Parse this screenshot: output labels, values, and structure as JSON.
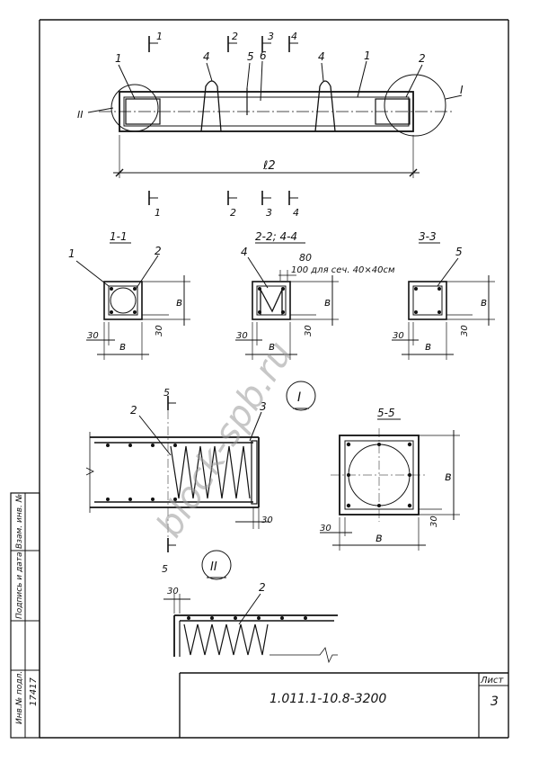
{
  "drawing": {
    "number": "1.011.1-10.8-3200",
    "sheet_label": "Лист",
    "sheet_number": "3",
    "inventory_number": "17417",
    "watermark": "block-spb.ru"
  },
  "side_stamp": {
    "col1": "Инв.№ подл.",
    "col2": "Подпись и дата",
    "col3": "Взам. инв. №"
  },
  "views": {
    "elevation": {
      "span_label": "ℓ2",
      "positions": [
        "1",
        "2",
        "4",
        "5",
        "6",
        "4",
        "1",
        "2"
      ],
      "detail_left": "II",
      "detail_right": "I",
      "section_marks": [
        "1",
        "2",
        "3",
        "4"
      ]
    },
    "section_1_1": {
      "title": "1-1",
      "pos_a": "1",
      "pos_b": "2",
      "dim_b": "в",
      "dim_30": "30"
    },
    "section_2_2": {
      "title": "2-2; 4-4",
      "pos": "4",
      "note_80": "80",
      "note_100": "100 для сеч. 40×40см",
      "dim_b": "в",
      "dim_30": "30"
    },
    "section_3_3": {
      "title": "3-3",
      "pos": "5",
      "dim_b": "в",
      "dim_30": "30"
    },
    "detail_I": {
      "title": "I",
      "pos_spiral": "2",
      "pos_plate": "3",
      "cut": "5",
      "dim_30": "30"
    },
    "section_5_5": {
      "title": "5-5",
      "dim_b": "в",
      "dim_30": "30"
    },
    "detail_II": {
      "title": "II",
      "pos_spiral": "2",
      "dim_30": "30"
    }
  }
}
